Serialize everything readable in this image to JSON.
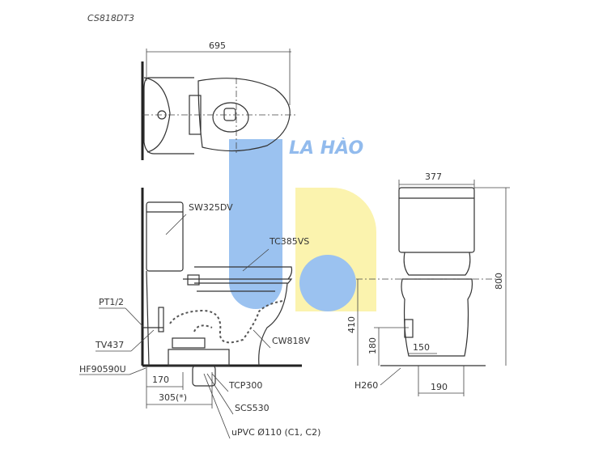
{
  "model": "CS818DT3",
  "watermark": "LA HÀO",
  "colors": {
    "watermark_blue": "#8ab8ee",
    "watermark_yellow": "#fbf1a0"
  },
  "top_view": {
    "width_dim": "695"
  },
  "side_view": {
    "labels": {
      "tank": "SW325DV",
      "seat": "TC385VS",
      "pt": "PT1/2",
      "valve": "TV437",
      "hose": "HF90590U",
      "bowl": "CW818V",
      "flange": "TCP300",
      "seal": "SCS530",
      "pipe": "uPVC Ø110 (C1, C2)"
    },
    "dims": {
      "d170": "170",
      "d305": "305(*)"
    }
  },
  "front_view": {
    "dims": {
      "width": "377",
      "height": "800",
      "h410": "410",
      "h180": "180",
      "d150": "150",
      "d190": "190",
      "h260": "H260"
    }
  }
}
